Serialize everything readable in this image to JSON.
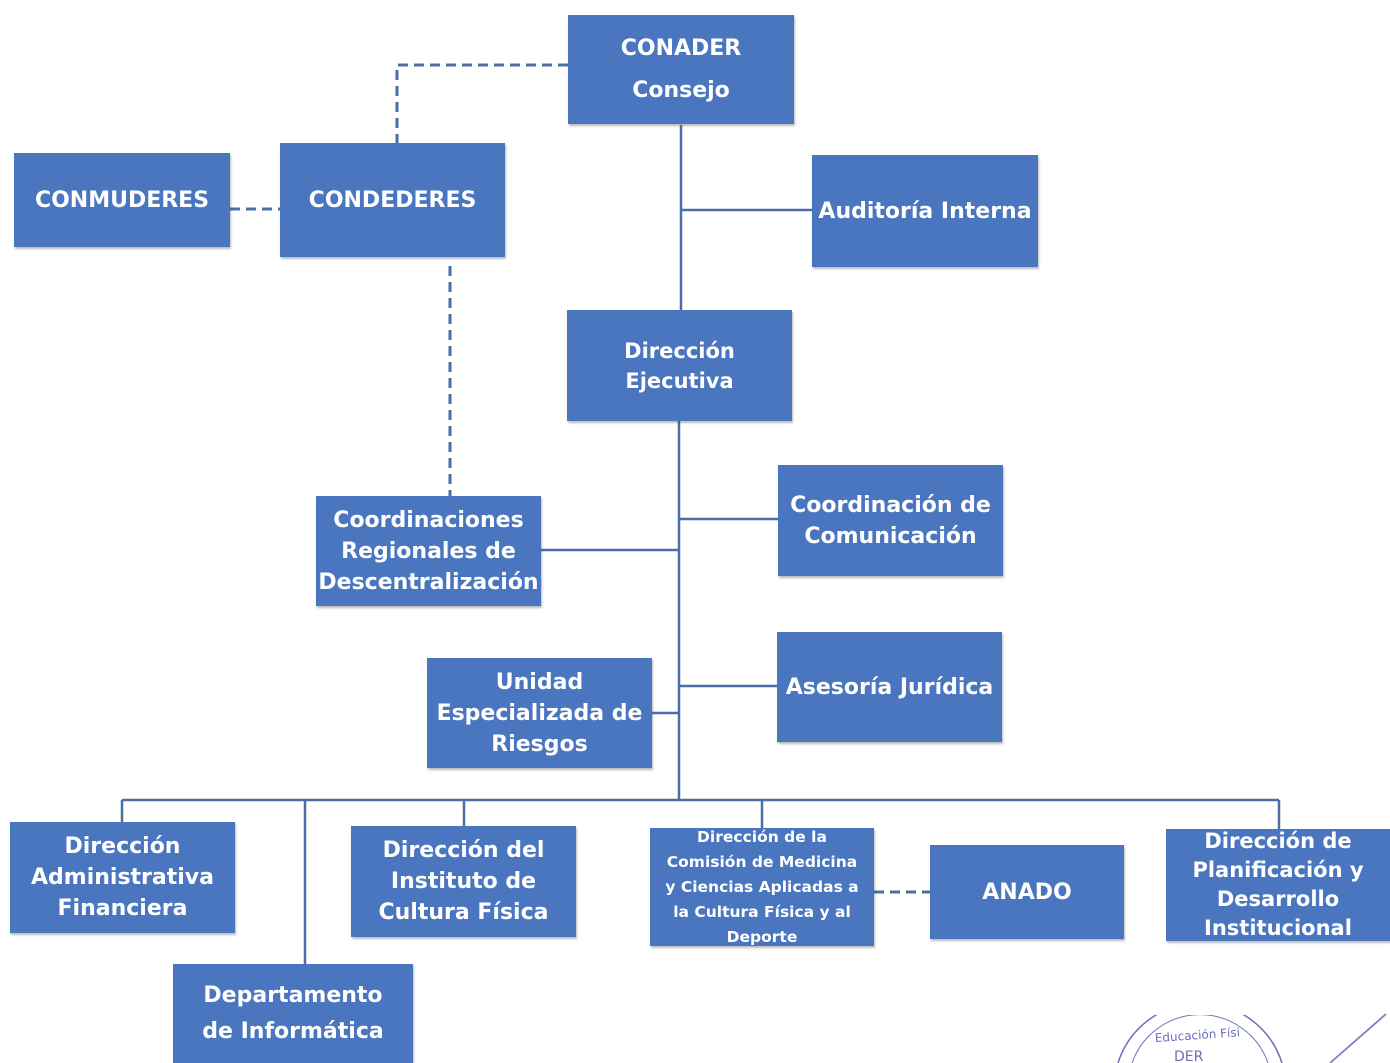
{
  "nodes": {
    "conader": {
      "line1": "CONADER",
      "line2": "Consejo"
    },
    "condederes": "CONDEDERES",
    "conmuderes": "CONMUDERES",
    "auditoria": "Auditoría Interna",
    "direccion_ejecutiva": "Dirección Ejecutiva",
    "coordinaciones_regionales": [
      "Coordinaciones",
      "Regionales de",
      "Descentralización"
    ],
    "coordinacion_comunicacion": [
      "Coordinación de",
      "Comunicación"
    ],
    "asesoria_juridica": "Asesoría Jurídica",
    "unidad_riesgos": [
      "Unidad",
      "Especializada de",
      "Riesgos"
    ],
    "direccion_administrativa": [
      "Dirección",
      "Administrativa",
      "Financiera"
    ],
    "direccion_instituto": [
      "Dirección del",
      "Instituto de",
      "Cultura Física"
    ],
    "direccion_comision": [
      "Dirección de la",
      "Comisión de Medicina",
      "y Ciencias Aplicadas a",
      "la Cultura Física y al",
      "Deporte"
    ],
    "anado": "ANADO",
    "direccion_planificacion": [
      "Dirección de",
      "Planificación y",
      "Desarrollo",
      "Institucional"
    ],
    "departamento_informatica": [
      "Departamento",
      "de Informática"
    ]
  },
  "seal": {
    "text": "Educación Físi",
    "text2": "DER"
  },
  "colors": {
    "box": "#4a76c0",
    "line": "#4a6fa5",
    "stamp": "#6a6fb8"
  }
}
